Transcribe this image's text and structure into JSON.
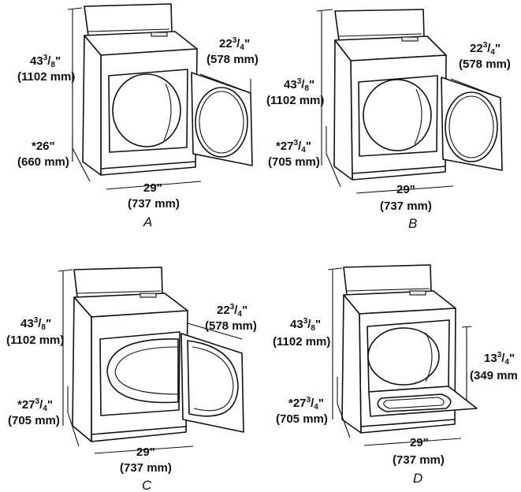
{
  "diagrams": [
    {
      "id": "A",
      "caption": "A",
      "height_in": "43",
      "height_frac_num": "3",
      "height_frac_den": "8",
      "height_mm": "(1102 mm)",
      "door_in": "22",
      "door_frac_num": "3",
      "door_frac_den": "4",
      "door_mm": "(578 mm)",
      "depth_in": "*26\"",
      "depth_mm": "(660  mm)",
      "width_in": "29\"",
      "width_mm": "(737 mm)"
    },
    {
      "id": "B",
      "caption": "B",
      "height_in": "43",
      "height_frac_num": "3",
      "height_frac_den": "8",
      "height_mm": "(1102 mm)",
      "door_in": "22",
      "door_frac_num": "3",
      "door_frac_den": "4",
      "door_mm": "(578 mm)",
      "depth_in": "*27",
      "depth_frac_num": "3",
      "depth_frac_den": "4",
      "depth_mm": "(705 mm)",
      "width_in": "29\"",
      "width_mm": "(737 mm)"
    },
    {
      "id": "C",
      "caption": "C",
      "height_in": "43",
      "height_frac_num": "3",
      "height_frac_den": "8",
      "height_mm": "(1102 mm)",
      "door_in": "22",
      "door_frac_num": "3",
      "door_frac_den": "4",
      "door_mm": "(578 mm)",
      "depth_in": "*27",
      "depth_frac_num": "3",
      "depth_frac_den": "4",
      "depth_mm": "(705 mm)",
      "width_in": "29\"",
      "width_mm": "(737 mm)"
    },
    {
      "id": "D",
      "caption": "D",
      "height_in": "43",
      "height_frac_num": "3",
      "height_frac_den": "8",
      "height_mm": "(1102 mm)",
      "door_in": "13",
      "door_frac_num": "3",
      "door_frac_den": "4",
      "door_mm": "(349 mm",
      "depth_in": "*27",
      "depth_frac_num": "3",
      "depth_frac_den": "4",
      "depth_mm": "(705 mm)",
      "width_in": "29\"",
      "width_mm": "(737 mm)"
    }
  ]
}
